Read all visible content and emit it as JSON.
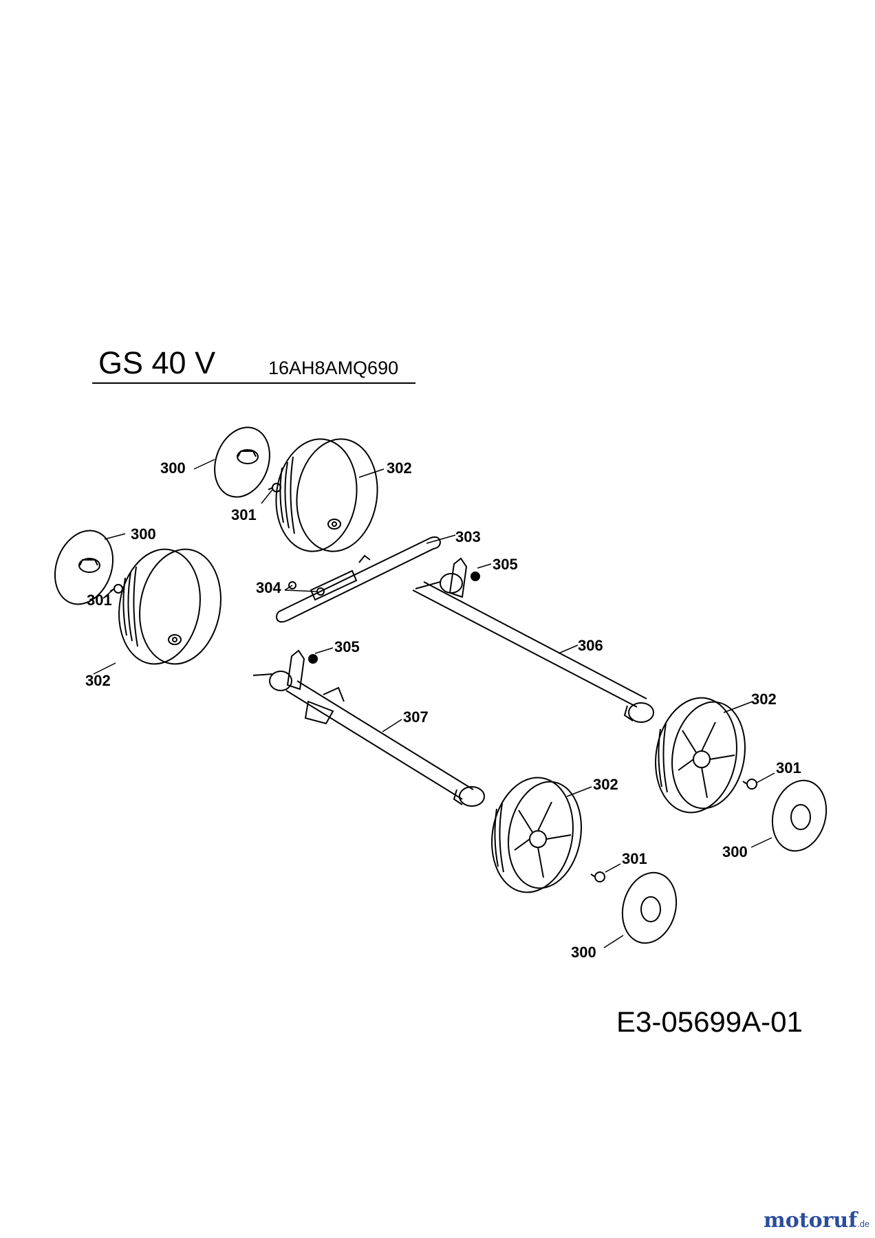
{
  "header": {
    "title": "GS 40 V",
    "model_number": "16AH8AMQ690"
  },
  "diagram_code": "E3-05699A-01",
  "watermark": {
    "brand": "motoruf",
    "domain": ".de",
    "colors": [
      "#2a4d9b",
      "#7a9a2a",
      "#b03020"
    ]
  },
  "callouts": {
    "c300_a": "300",
    "c301_a": "301",
    "c302_a": "302",
    "c300_b": "300",
    "c301_b": "301",
    "c302_b": "302",
    "c303": "303",
    "c304": "304",
    "c305_a": "305",
    "c305_b": "305",
    "c306": "306",
    "c307": "307",
    "c302_c": "302",
    "c301_c": "301",
    "c300_c": "300",
    "c302_d": "302",
    "c301_d": "301",
    "c300_d": "300"
  }
}
